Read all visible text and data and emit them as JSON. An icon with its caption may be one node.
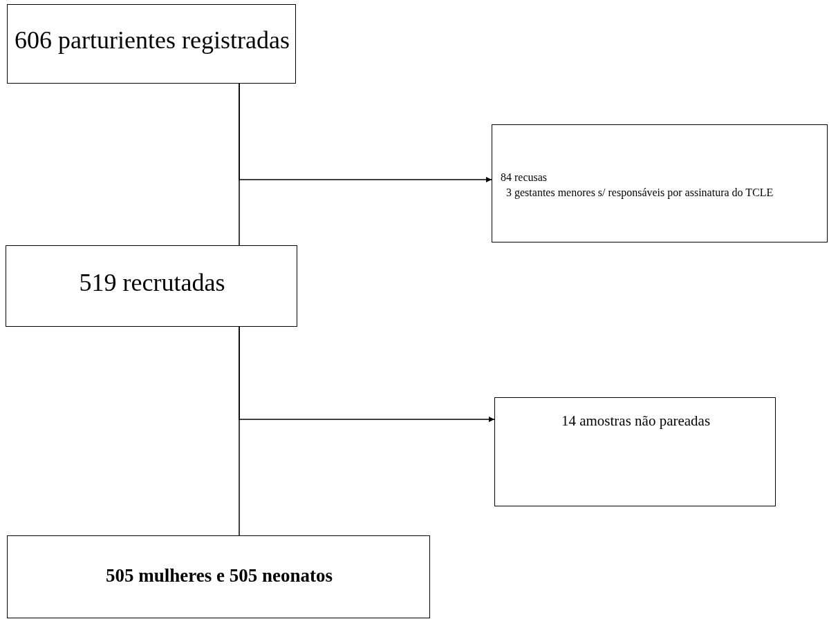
{
  "diagram": {
    "nodes": [
      {
        "text": [
          "606 parturientes registradas"
        ]
      },
      {
        "text": [
          "84 recusas",
          "3 gestantes menores s/ responsáveis por assinatura do TCLE"
        ]
      },
      {
        "text": [
          "519 recrutadas"
        ]
      },
      {
        "text": [
          "14 amostras não pareadas"
        ]
      },
      {
        "text": [
          "505 mulheres e 505 neonatos"
        ]
      }
    ],
    "edges": [
      {
        "from": 0,
        "to": 2,
        "arrow": "none"
      },
      {
        "from": 0,
        "to": 1,
        "arrow": "to"
      },
      {
        "from": 2,
        "to": 4,
        "arrow": "none"
      },
      {
        "from": 2,
        "to": 3,
        "arrow": "to"
      }
    ]
  }
}
